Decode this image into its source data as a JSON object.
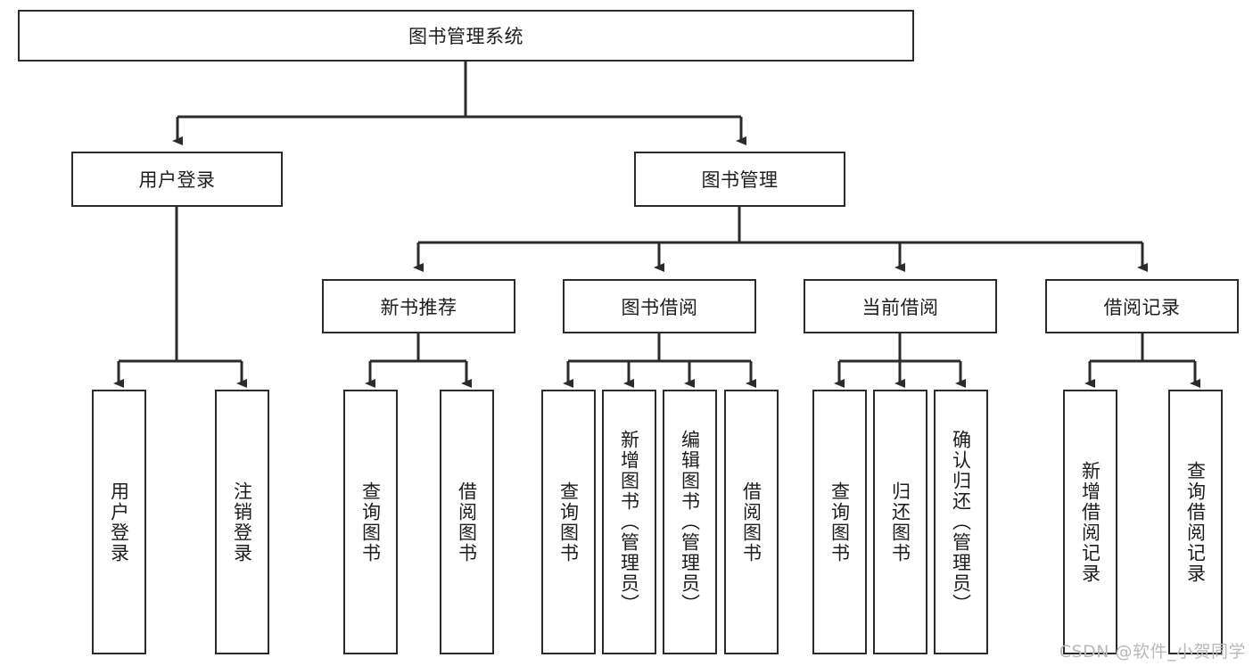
{
  "diagram": {
    "title": "图书管理系统",
    "type": "tree",
    "line_color": "#2b2b2b",
    "box_fill": "#ffffff",
    "text_color": "#1d1d1d",
    "watermark": "CSDN @软件_小贺同学",
    "levels": [
      {
        "level": 1,
        "nodes": [
          {
            "id": "root",
            "label": "图书管理系统"
          }
        ]
      },
      {
        "level": 2,
        "nodes": [
          {
            "id": "login",
            "label": "用户登录"
          },
          {
            "id": "bookmgmt",
            "label": "图书管理"
          }
        ]
      },
      {
        "level": 3,
        "nodes": [
          {
            "id": "newbook",
            "label": "新书推荐"
          },
          {
            "id": "borrow",
            "label": "图书借阅"
          },
          {
            "id": "current",
            "label": "当前借阅"
          },
          {
            "id": "records",
            "label": "借阅记录"
          }
        ]
      },
      {
        "level": 4,
        "nodes": [
          {
            "id": "leaf1",
            "label": "用户登录",
            "parent": "login"
          },
          {
            "id": "leaf2",
            "label": "注销登录",
            "parent": "login"
          },
          {
            "id": "leaf3",
            "label": "查询图书",
            "parent": "newbook"
          },
          {
            "id": "leaf4",
            "label": "借阅图书",
            "parent": "newbook"
          },
          {
            "id": "leaf5",
            "label": "查询图书",
            "parent": "borrow"
          },
          {
            "id": "leaf6",
            "label": "新增图书（管理员）",
            "parent": "borrow"
          },
          {
            "id": "leaf7",
            "label": "编辑图书（管理员）",
            "parent": "borrow"
          },
          {
            "id": "leaf8",
            "label": "借阅图书",
            "parent": "borrow"
          },
          {
            "id": "leaf9",
            "label": "查询图书",
            "parent": "current"
          },
          {
            "id": "leaf10",
            "label": "归还图书",
            "parent": "current"
          },
          {
            "id": "leaf11",
            "label": "确认归还（管理员）",
            "parent": "current"
          },
          {
            "id": "leaf12",
            "label": "新增借阅记录",
            "parent": "records"
          },
          {
            "id": "leaf13",
            "label": "查询借阅记录",
            "parent": "records"
          }
        ]
      }
    ]
  }
}
